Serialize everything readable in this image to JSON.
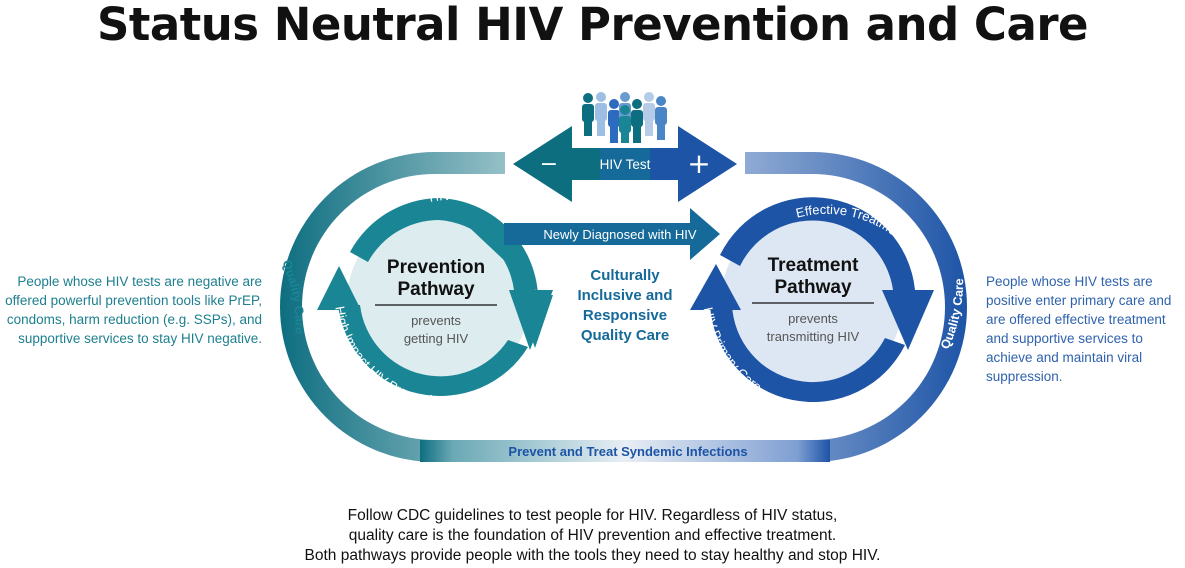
{
  "title": "Status Neutral HIV Prevention and Care",
  "hiv_test": {
    "label": "HIV Test",
    "negative_symbol": "−",
    "positive_symbol": "+"
  },
  "newly_diagnosed": "Newly Diagnosed with HIV",
  "center_text": [
    "Culturally",
    "Inclusive and",
    "Responsive",
    "Quality Care"
  ],
  "prevention": {
    "title_lines": [
      "Prevention",
      "Pathway"
    ],
    "sub_lines": [
      "prevents",
      "getting HIV"
    ],
    "ring_top": "HIV and STD Testing",
    "ring_bottom": "High Impact HIV Prevention",
    "quality_care": "Quality Care"
  },
  "treatment": {
    "title_lines": [
      "Treatment",
      "Pathway"
    ],
    "sub_lines": [
      "prevents",
      "transmitting HIV"
    ],
    "ring_top": "Effective Treatment",
    "ring_bottom": "HIV Primary Care",
    "quality_care": "Quality Care"
  },
  "bottom_band": "Prevent and Treat Syndemic Infections",
  "left_note": "People whose HIV tests are negative are offered powerful prevention tools like PrEP, condoms,  harm reduction (e.g. SSPs), and supportive services to stay HIV negative.",
  "right_note": "People whose HIV tests are positive enter primary care and are offered effective treatment and supportive services to achieve and maintain viral suppression.",
  "footer_lines": [
    "Follow CDC guidelines to test people for HIV. Regardless of HIV status,",
    "quality care is the foundation of HIV prevention and effective treatment.",
    "Both pathways provide people with the tools they need to stay healthy and stop HIV."
  ],
  "colors": {
    "teal_dark": "#0d6e80",
    "teal": "#1a8595",
    "blue_dark": "#1d54a6",
    "blue": "#2c6bbd",
    "circle_teal_fill": "#dcecef",
    "circle_blue_fill": "#dde7f3"
  },
  "icons": [
    "people-group-icon",
    "minus-icon",
    "plus-icon",
    "arrow-icon"
  ]
}
